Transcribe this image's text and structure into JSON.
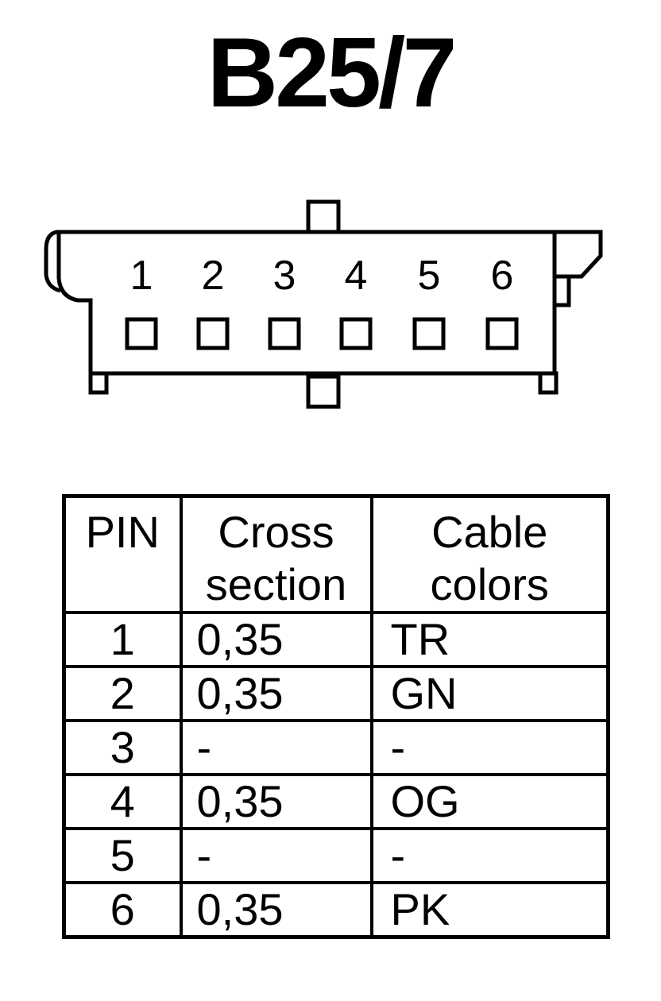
{
  "title": "B25/7",
  "connector": {
    "pin_numbers": [
      "1",
      "2",
      "3",
      "4",
      "5",
      "6"
    ]
  },
  "table": {
    "headers": {
      "pin": "PIN",
      "cross_line1": "Cross",
      "cross_line2": "section",
      "color_line1": "Cable",
      "color_line2": "colors"
    },
    "rows": [
      {
        "pin": "1",
        "cross": "0,35",
        "color": "TR"
      },
      {
        "pin": "2",
        "cross": "0,35",
        "color": "GN"
      },
      {
        "pin": "3",
        "cross": "-",
        "color": "-"
      },
      {
        "pin": "4",
        "cross": "0,35",
        "color": "OG"
      },
      {
        "pin": "5",
        "cross": "-",
        "color": "-"
      },
      {
        "pin": "6",
        "cross": "0,35",
        "color": "PK"
      }
    ]
  }
}
